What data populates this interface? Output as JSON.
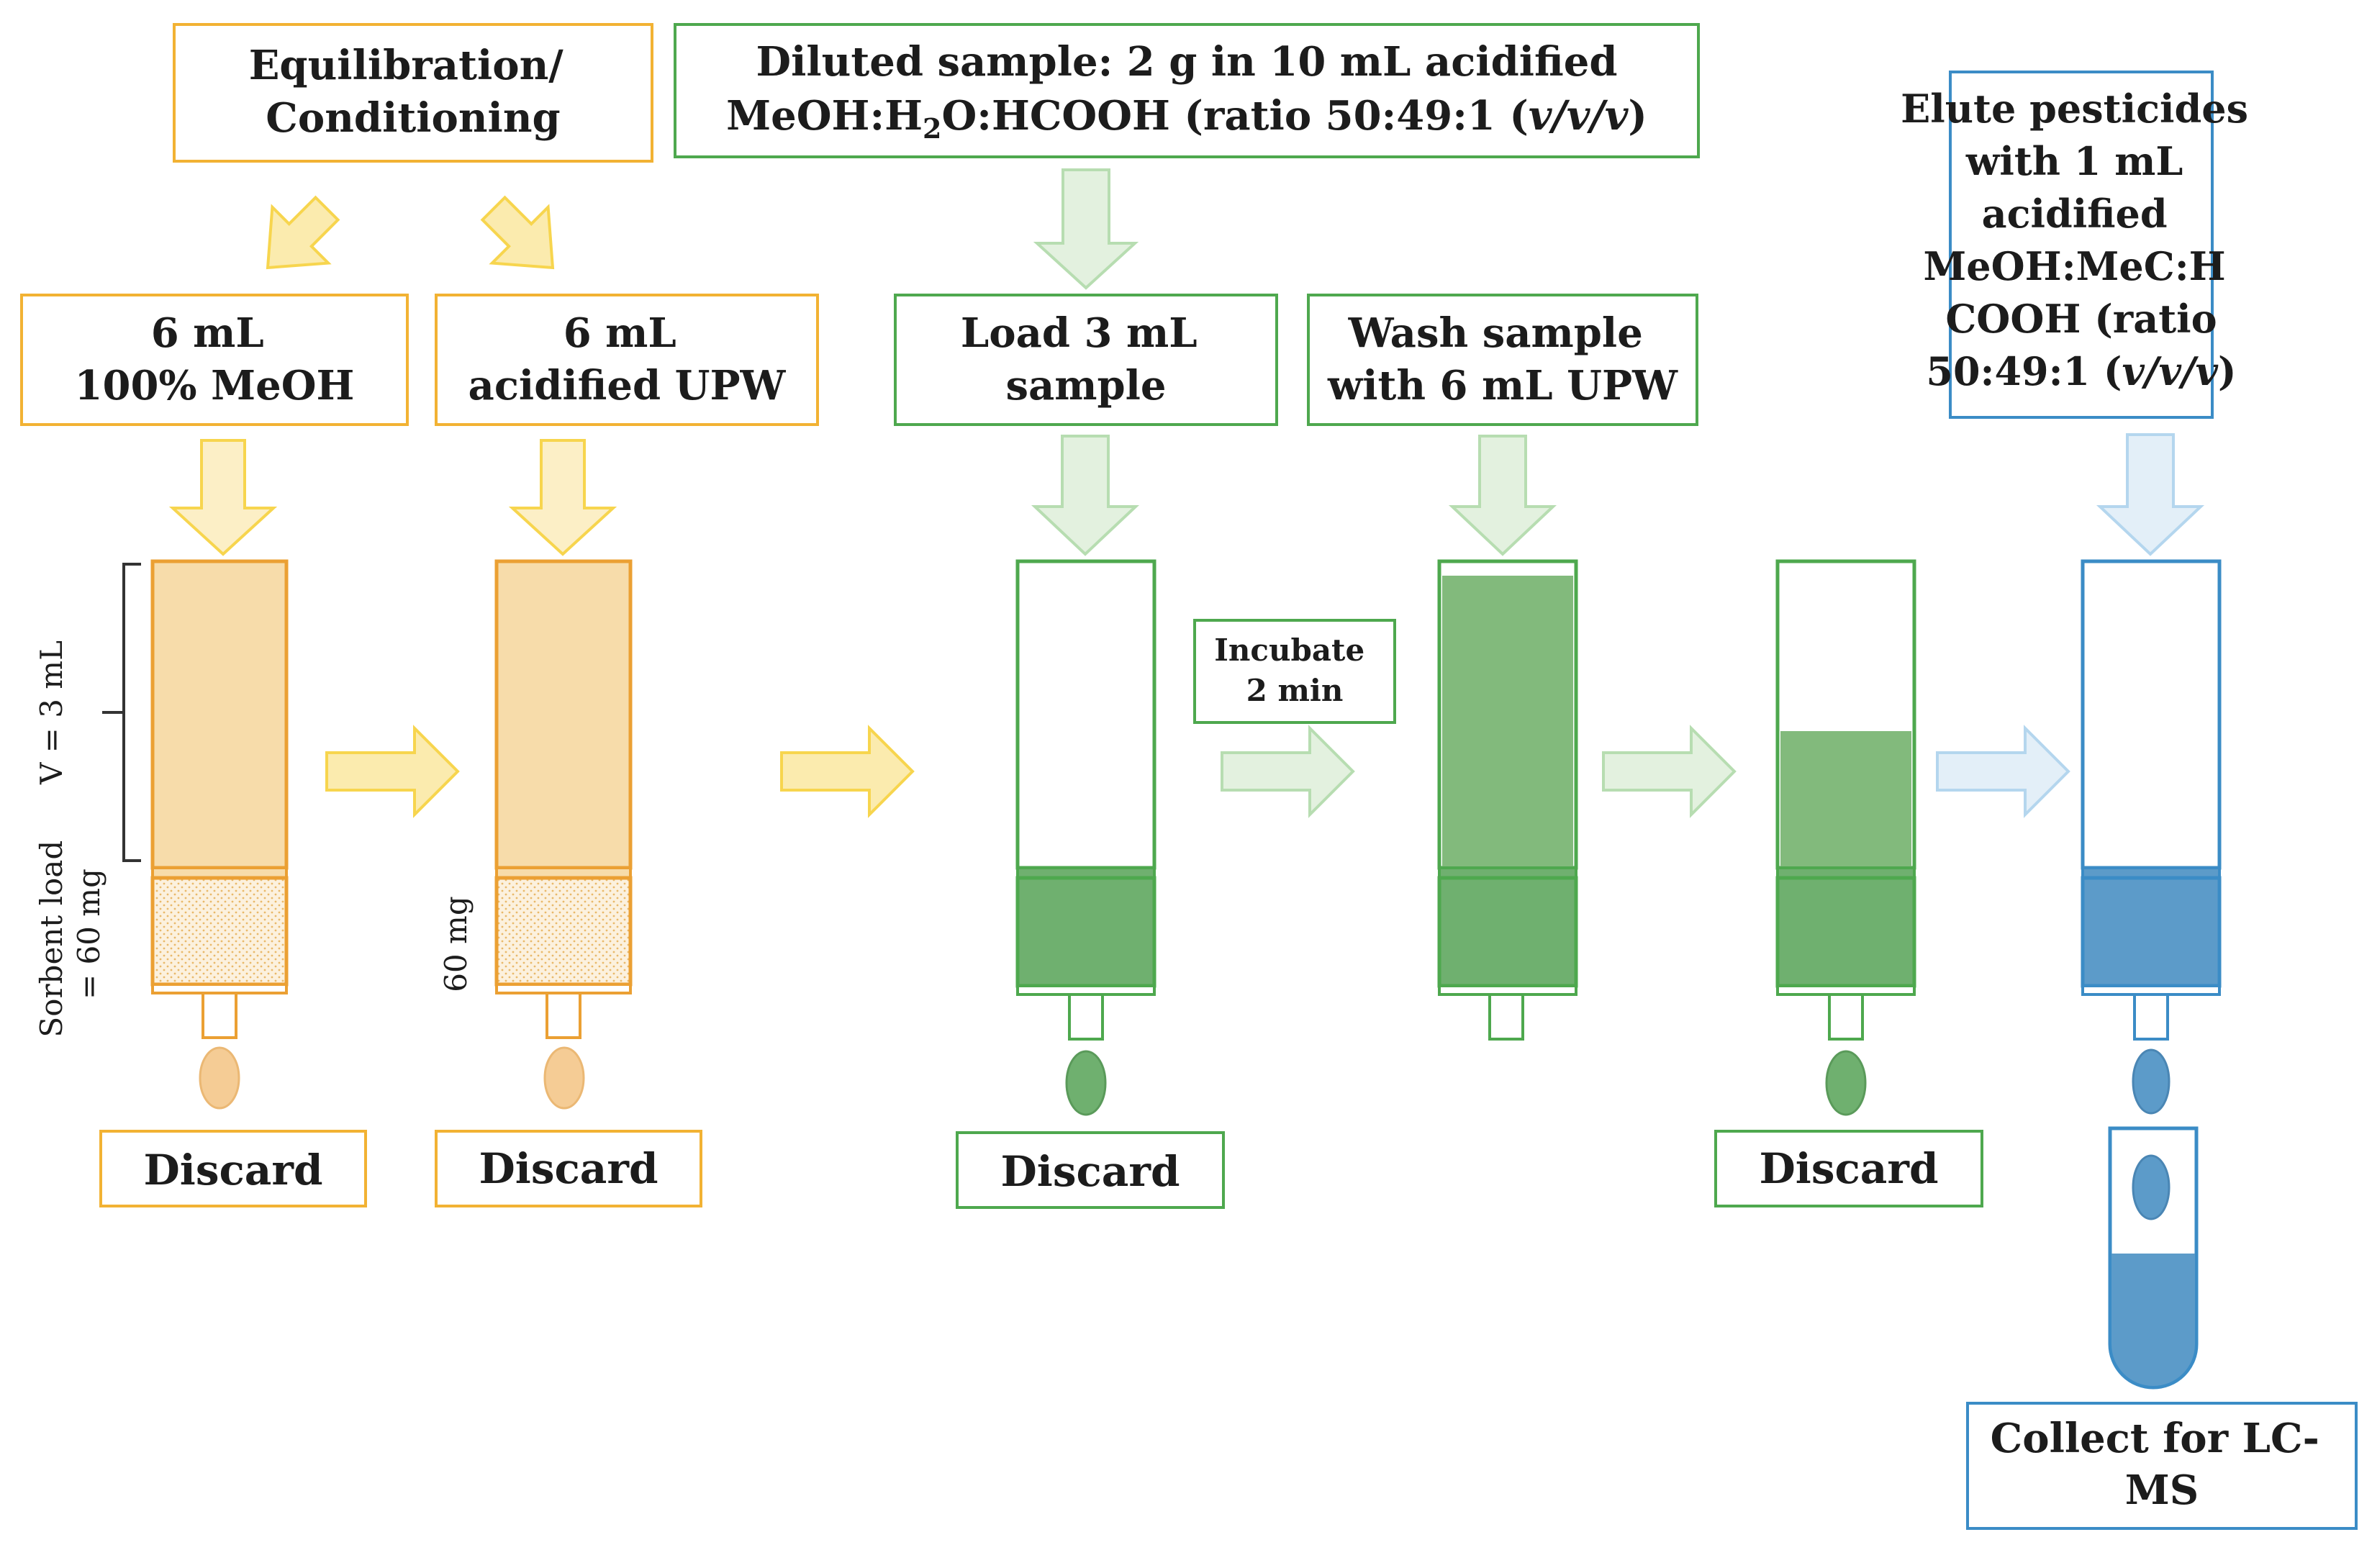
{
  "colors": {
    "orange": "#F2B233",
    "orange_arrow": "#F7D54E",
    "orange_fill": "#F7DCAA",
    "green": "#4EA84E",
    "green_arrow": "#B7DDB1",
    "green_fill": "#6FB06F",
    "blue": "#3B8CC6",
    "blue_arrow": "#B4D6EE",
    "blue_fill": "#5C9BC9",
    "text": "#1c1c1c"
  },
  "labels": {
    "equilibration": [
      "Equilibration/",
      "Conditioning"
    ],
    "diluted_sample": [
      "Diluted sample: 2 g in 10 mL acidified",
      "MeOH:H₂O:HCOOH (ratio 50:49:1 (v/v/v)"
    ],
    "meoh_step": [
      "6 mL",
      "100% MeOH"
    ],
    "upw_step": [
      "6 mL",
      "acidified UPW"
    ],
    "load_step": [
      "Load 3 mL",
      "sample"
    ],
    "wash_step": [
      "Wash sample",
      "with 6 mL UPW"
    ],
    "elute_step": [
      "Elute pesticides",
      "with 1 mL",
      "acidified",
      "MeOH:MeC:H",
      "COOH (ratio",
      "50:49:1 (v/v/v)"
    ],
    "incubate": [
      "Incubate",
      "2 min"
    ],
    "discard": "Discard",
    "collect": [
      "Collect for LC-",
      "MS"
    ],
    "volume": "V = 3 mL",
    "sorbent": [
      "Sorbent load",
      "= 60 mg"
    ],
    "sorbent_short": "60 mg"
  }
}
